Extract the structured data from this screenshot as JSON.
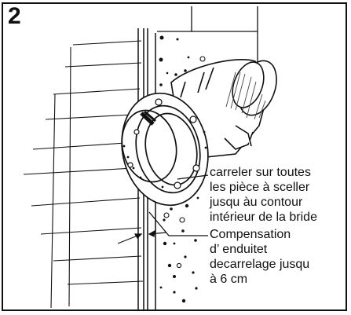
{
  "figure": {
    "step_number": "2",
    "callout_1": {
      "lines": [
        "carreler sur toutes",
        "les pièce à sceller",
        "jusqu àu  contour",
        "intérieur de la bride"
      ]
    },
    "callout_2": {
      "lines": [
        "Compensation",
        "d’ enduitet",
        "decarrelage jusqu",
        "à 6 cm"
      ]
    }
  },
  "colors": {
    "ink": "#111111",
    "paper": "#ffffff",
    "hatch": "#444444"
  }
}
